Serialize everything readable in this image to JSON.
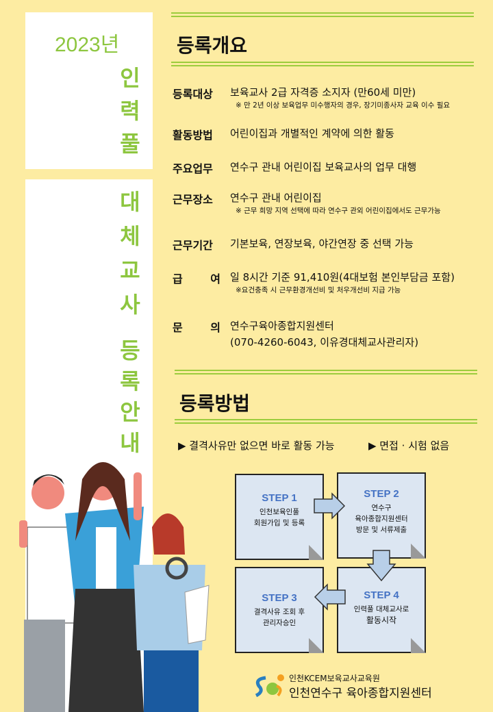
{
  "side": {
    "year": "2023년",
    "title1": [
      "인",
      "력",
      "풀"
    ],
    "title2": [
      "대",
      "체",
      "교",
      "사"
    ],
    "title3": [
      "등",
      "록",
      "안",
      "내"
    ]
  },
  "overview": {
    "heading": "등록개요",
    "rows": [
      {
        "label": "등록대상",
        "value": "보육교사 2급 자격증 소지자 (만60세 미만)",
        "note": "※ 만 2년 이상 보육업무 미수행자의 경우, 장기미종사자 교육 이수 필요"
      },
      {
        "label": "활동방법",
        "value": "어린이집과 개별적인 계약에 의한 활동"
      },
      {
        "label": "주요업무",
        "value": "연수구 관내 어린이집 보육교사의 업무 대행"
      },
      {
        "label": "근무장소",
        "value": "연수구 관내 어린이집",
        "note": "※ 근무 희망 지역 선택에 따라 연수구 관외 어린이집에서도 근무가능"
      },
      {
        "label": "근무기간",
        "value": "기본보육, 연장보육, 야간연장 중 선택 가능"
      },
      {
        "label_a": "급",
        "label_b": "여",
        "value": "일 8시간 기준 91,410원(4대보험 본인부담금 포함)",
        "note": "※요건충족 시 근무환경개선비 및 처우개선비 지급 가능"
      },
      {
        "label_a": "문",
        "label_b": "의",
        "value": "연수구육아종합지원센터",
        "value2": "(070-4260-6043, 이유경대체교사관리자)"
      }
    ]
  },
  "method": {
    "heading": "등록방법",
    "bullets": [
      "▶  결격사유만 없으면 바로 활동 가능",
      "▶  면접 · 시험 없음"
    ],
    "steps": [
      {
        "title": "STEP 1",
        "lines": [
          "인천보육인풀",
          "회원가입 및 등록"
        ]
      },
      {
        "title": "STEP 2",
        "lines": [
          "연수구",
          "육아종합지원센터",
          "방문 및 서류제출"
        ]
      },
      {
        "title": "STEP 3",
        "lines": [
          "결격사유 조회 후",
          "관리자승인"
        ]
      },
      {
        "title": "STEP 4",
        "lines": [
          "인력풀 대체교사로",
          "활동시작"
        ]
      }
    ]
  },
  "footer": {
    "org1": "인천KCEM보육교사교육원",
    "org2": "인천연수구 육아종합지원센터"
  },
  "colors": {
    "bg": "#fdeca2",
    "accent": "#8dc63f",
    "step": "#4472c4"
  }
}
